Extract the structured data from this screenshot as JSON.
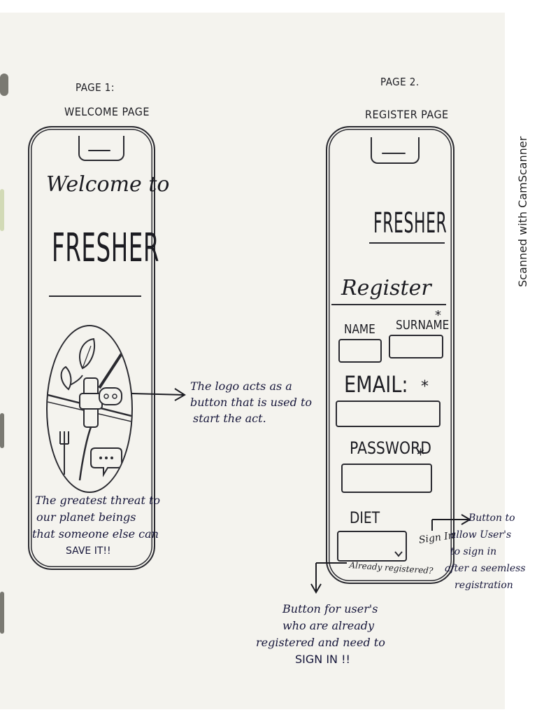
{
  "page1": {
    "page_label": "PAGE 1:",
    "page_title": "WELCOME PAGE",
    "welcome_text": "Welcome to",
    "app_name": "FRESHER",
    "tagline_lines": [
      "The greatest threat to",
      "our planet beings",
      "that someone else can",
      "SAVE IT!!"
    ],
    "logo_icons": [
      "leaf-icon",
      "fork-icon",
      "spoon-icon",
      "chat-bubble-icon",
      "cross-icon"
    ]
  },
  "page2": {
    "page_label": "PAGE 2.",
    "page_title": "REGISTER PAGE",
    "app_name": "FRESHER",
    "form_heading": "Register",
    "name_label": "NAME",
    "surname_label": "SURNAME",
    "email_label": "EMAIL:",
    "password_label": "PASSWORD",
    "diet_label": "DIET",
    "required_mark": "*",
    "sign_in_label": "Sign In",
    "already_registered_label": "Already registered?",
    "dropdown_icon": "chevron-down-icon"
  },
  "annotations": {
    "logo_note": [
      "The logo acts as a",
      "button that is used to",
      "start the act."
    ],
    "sign_in_note": [
      "Button to",
      "allow User's",
      "to sign in",
      "after a seemless",
      "registration"
    ],
    "already_registered_note": [
      "Button for user's",
      "who are already",
      "registered and need to",
      "SIGN IN !!"
    ]
  },
  "watermark": "Scanned with CamScanner",
  "colors": {
    "ink": "#2a2a30",
    "blue_ink": "#16163a",
    "paper": "#f4f3ee"
  }
}
